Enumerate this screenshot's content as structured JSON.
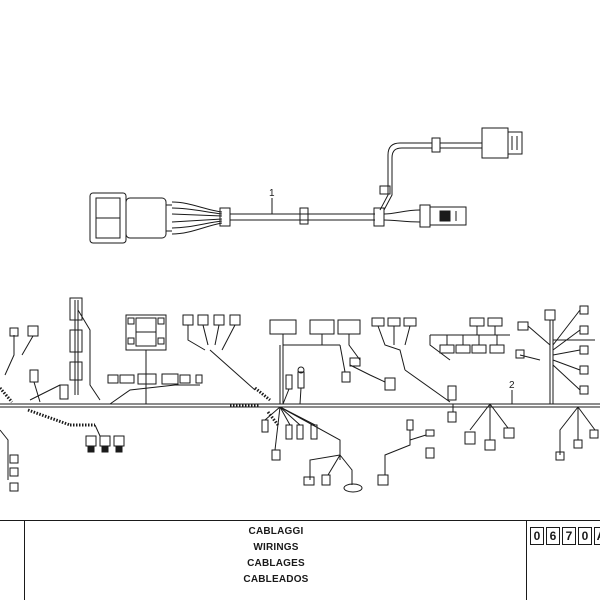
{
  "callouts": [
    "1",
    "2"
  ],
  "title_block": {
    "lines": [
      "CABLAGGI",
      "WIRINGS",
      "CABLAGES",
      "CABLEADOS"
    ],
    "code": [
      "0",
      "6",
      "7",
      "0",
      "A"
    ]
  },
  "colors": {
    "ink": "#1a1a1a",
    "paper": "#ffffff"
  }
}
